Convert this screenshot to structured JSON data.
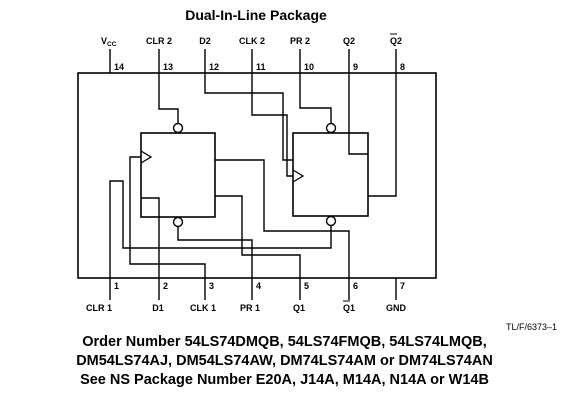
{
  "title": "Dual-In-Line Package",
  "reference": "TL/F/6373–1",
  "top_pins": [
    {
      "label": "V",
      "sub": "CC",
      "number": "14"
    },
    {
      "label": "CLR 2",
      "number": "13"
    },
    {
      "label": "D2",
      "number": "12"
    },
    {
      "label": "CLK 2",
      "number": "11"
    },
    {
      "label": "PR 2",
      "number": "10"
    },
    {
      "label": "Q2",
      "number": "9"
    },
    {
      "label": "Q2",
      "overline": true,
      "number": "8"
    }
  ],
  "bottom_pins": [
    {
      "label": "CLR 1",
      "number": "1"
    },
    {
      "label": "D1",
      "number": "2"
    },
    {
      "label": "CLK 1",
      "number": "3"
    },
    {
      "label": "PR 1",
      "number": "4"
    },
    {
      "label": "Q1",
      "number": "5"
    },
    {
      "label": "Q1",
      "overline": true,
      "number": "6"
    },
    {
      "label": "GND",
      "number": "7"
    }
  ],
  "order_lines": [
    "Order Number 54LS74DMQB, 54LS74FMQB, 54LS74LMQB,",
    "DM54LS74AJ, DM54LS74AW, DM74LS74AM or DM74LS74AN",
    "See NS Package Number E20A, J14A, M14A, N14A or W14B"
  ]
}
